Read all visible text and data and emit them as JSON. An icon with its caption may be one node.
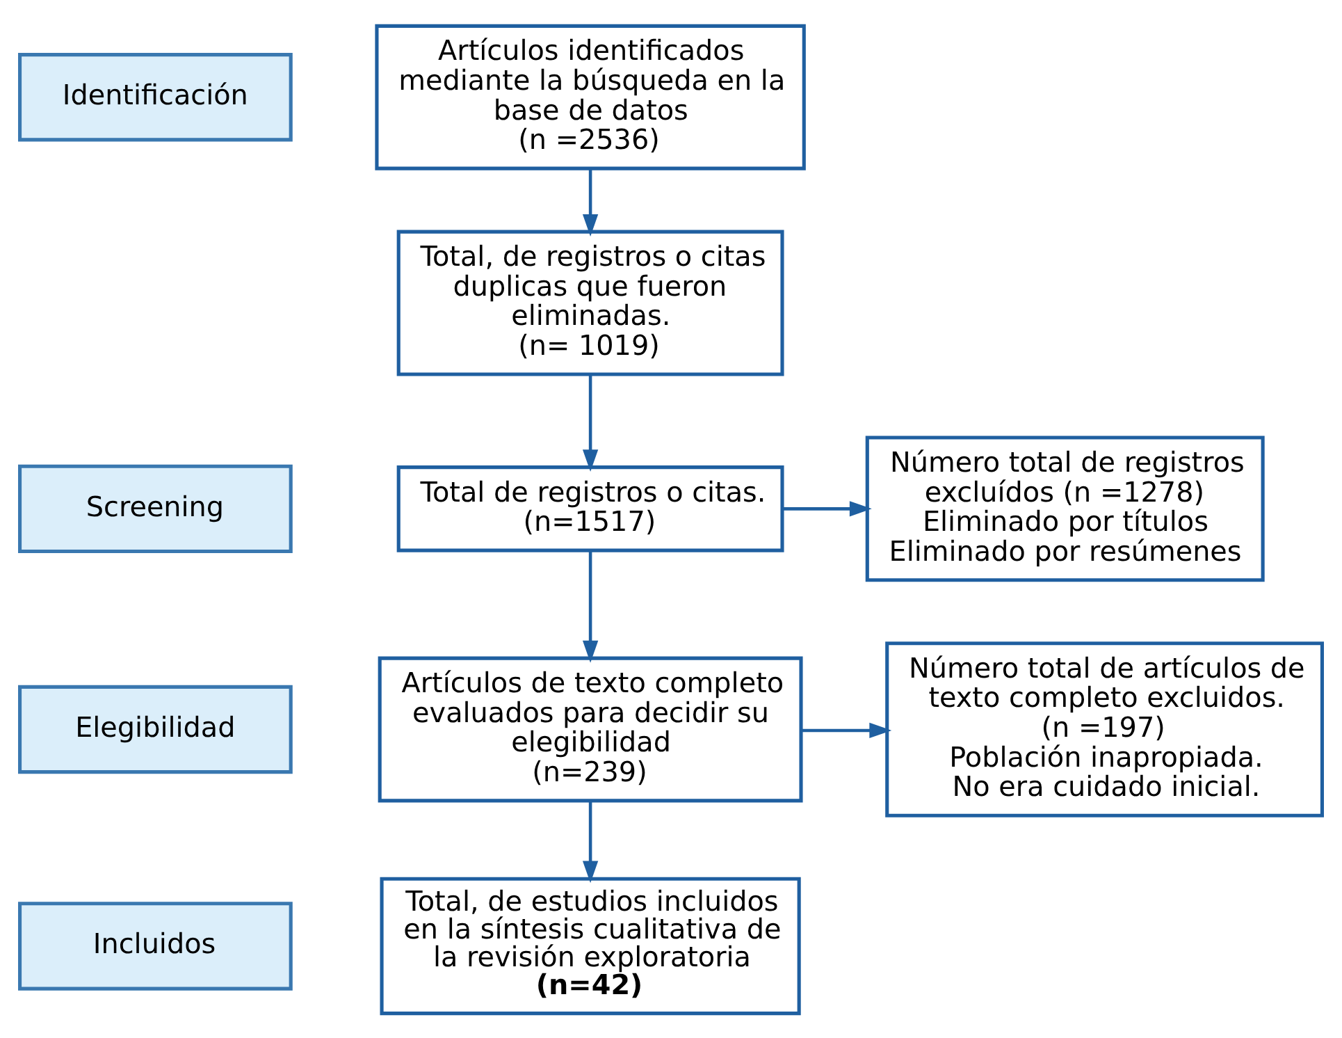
{
  "diagram": {
    "nodes": [
      {
        "text": [
          "Identificación"
        ]
      },
      {
        "text": [
          "Artículos identificados mediante la búsqueda en la base de datos",
          "(n =2536)"
        ]
      },
      {
        "text": [
          "Total, de registros o citas duplicas que fueron eliminadas.",
          "(n= 1019)"
        ]
      },
      {
        "text": [
          "Screening"
        ]
      },
      {
        "text": [
          "Total de registros o citas.",
          "(n=1517)"
        ]
      },
      {
        "text": [
          "Número total de registros excluídos (n =1278)",
          "Eliminado por títulos",
          "Eliminado por resúmenes"
        ]
      },
      {
        "text": [
          "Elegibilidad"
        ]
      },
      {
        "text": [
          "Artículos de texto completo evaluados para decidir su elegibilidad",
          "(n=239)"
        ]
      },
      {
        "text": [
          "Número total de artículos de texto completo excluidos.",
          "(n =197)",
          "Población inapropiada.",
          "No era cuidado inicial."
        ]
      },
      {
        "text": [
          "Incluidos"
        ]
      },
      {
        "text": [
          "Total, de estudios incluidos en la síntesis cualitativa de la revisión exploratoria",
          "**(n=42)**"
        ]
      }
    ],
    "edges": [
      {
        "from": 1,
        "to": 2,
        "arrow": "to"
      },
      {
        "from": 2,
        "to": 4,
        "arrow": "to"
      },
      {
        "from": 4,
        "to": 5,
        "arrow": "to"
      },
      {
        "from": 4,
        "to": 7,
        "arrow": "to"
      },
      {
        "from": 7,
        "to": 8,
        "arrow": "to"
      },
      {
        "from": 7,
        "to": 10,
        "arrow": "to"
      }
    ]
  }
}
